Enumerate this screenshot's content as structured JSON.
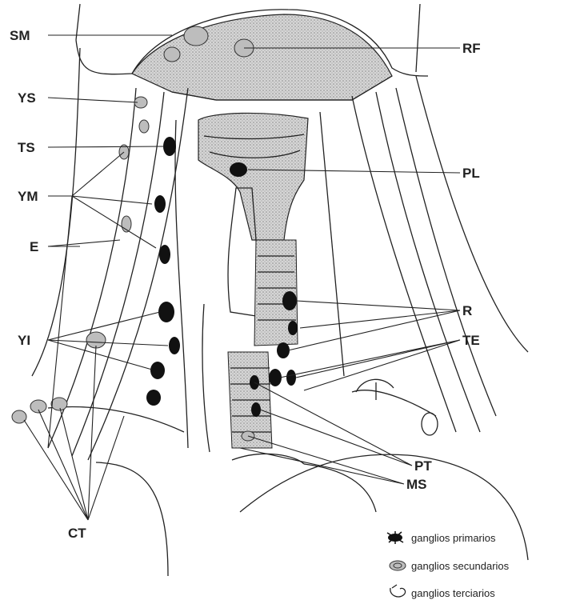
{
  "labels": {
    "SM": "SM",
    "RF": "RF",
    "YS": "YS",
    "TS": "TS",
    "PL": "PL",
    "YM": "YM",
    "E": "E",
    "R": "R",
    "YI": "YI",
    "TE": "TE",
    "PT": "PT",
    "MS": "MS",
    "CT": "CT"
  },
  "legend": {
    "primary": "ganglios primarios",
    "secondary": "ganglios secundarios",
    "tertiary": "ganglios terciarios"
  },
  "colors": {
    "ink": "#222222",
    "primary_node": "#111111",
    "shading": "#b8b8b8"
  }
}
